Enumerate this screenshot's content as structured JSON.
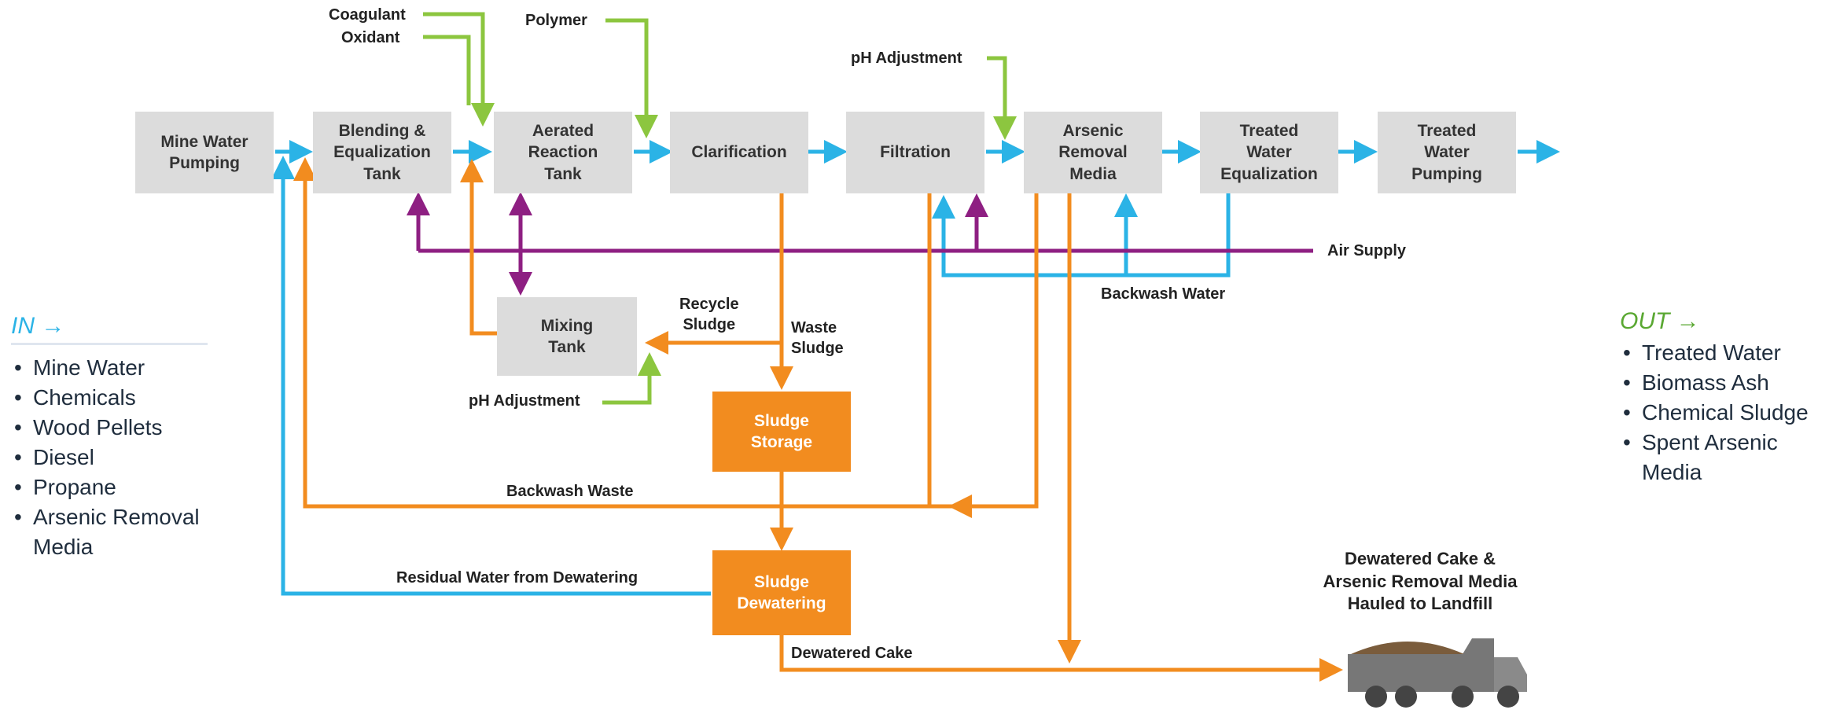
{
  "colors": {
    "blue": "#2bb3e6",
    "orange": "#f28c1f",
    "green": "#8cc63f",
    "purple": "#8e1f82",
    "box_gray": "#dcdcdc",
    "in_head": "#2bb3e6",
    "out_head": "#5aa832"
  },
  "processes": {
    "mine_water_pumping": "Mine Water\nPumping",
    "blending": "Blending &\nEqualization\nTank",
    "aerated": "Aerated\nReaction\nTank",
    "clarification": "Clarification",
    "filtration": "Filtration",
    "arsenic": "Arsenic\nRemoval\nMedia",
    "treated_eq": "Treated\nWater\nEqualization",
    "treated_pump": "Treated\nWater\nPumping",
    "mixing_tank": "Mixing\nTank",
    "sludge_storage": "Sludge\nStorage",
    "sludge_dewatering": "Sludge\nDewatering"
  },
  "labels": {
    "coagulant": "Coagulant",
    "oxidant": "Oxidant",
    "polymer": "Polymer",
    "ph_top": "pH Adjustment",
    "ph_bottom": "pH Adjustment",
    "air_supply": "Air Supply",
    "backwash_water": "Backwash Water",
    "recycle_sludge": "Recycle\nSludge",
    "waste_sludge": "Waste\nSludge",
    "backwash_waste": "Backwash Waste",
    "residual_water": "Residual Water from Dewatering",
    "dewatered_cake": "Dewatered Cake",
    "landfill": "Dewatered Cake &\nArsenic Removal Media\nHauled to Landfill"
  },
  "in_panel": {
    "heading": "IN →",
    "items": [
      "Mine Water",
      "Chemicals",
      "Wood Pellets",
      "Diesel",
      "Propane",
      "Arsenic Removal\nMedia"
    ]
  },
  "out_panel": {
    "heading": "OUT →",
    "items": [
      "Treated Water",
      "Biomass Ash",
      "Chemical Sludge",
      "Spent Arsenic\nMedia"
    ]
  },
  "icons": {
    "truck": "dump-truck-icon"
  }
}
